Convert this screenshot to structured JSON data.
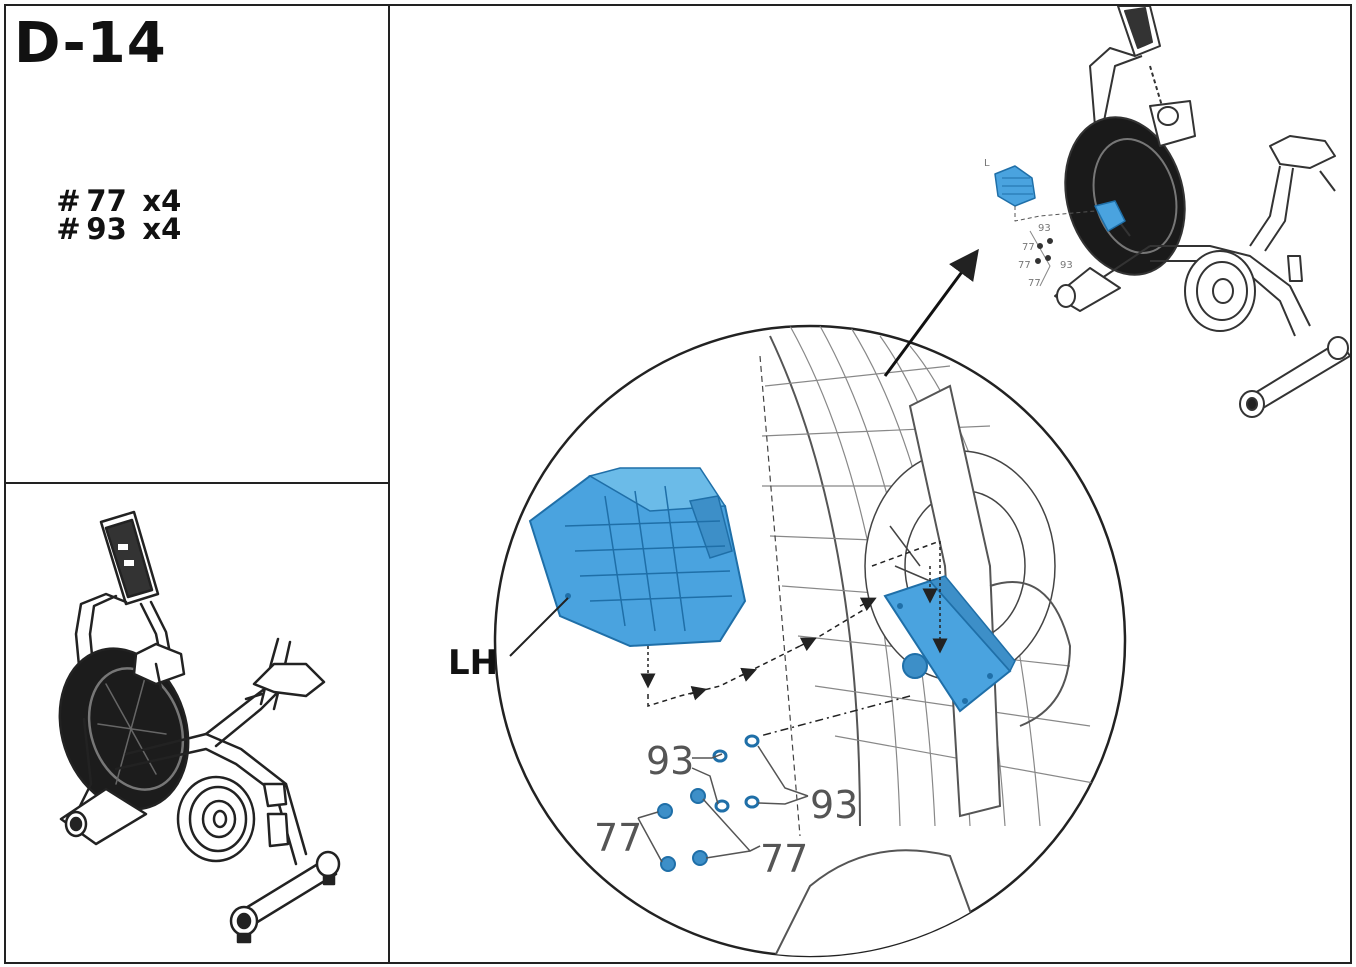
{
  "step": {
    "title": "D-14"
  },
  "parts": [
    {
      "hash": "#",
      "number": "77",
      "qty": "x4"
    },
    {
      "hash": "#",
      "number": "93",
      "qty": "x4"
    }
  ],
  "detail": {
    "side_label": "LH",
    "callouts": {
      "c93_left": "93",
      "c93_right": "93",
      "c77_left": "77",
      "c77_right": "77"
    },
    "colors": {
      "part_blue": "#4aa3df",
      "part_blue_dark": "#1f6fa8",
      "line": "#222222"
    }
  },
  "overview": {
    "small_labels": {
      "l93": "93",
      "l77a": "77",
      "l77b": "77",
      "l77c": "77",
      "l93b": "93",
      "lside": "L"
    }
  }
}
